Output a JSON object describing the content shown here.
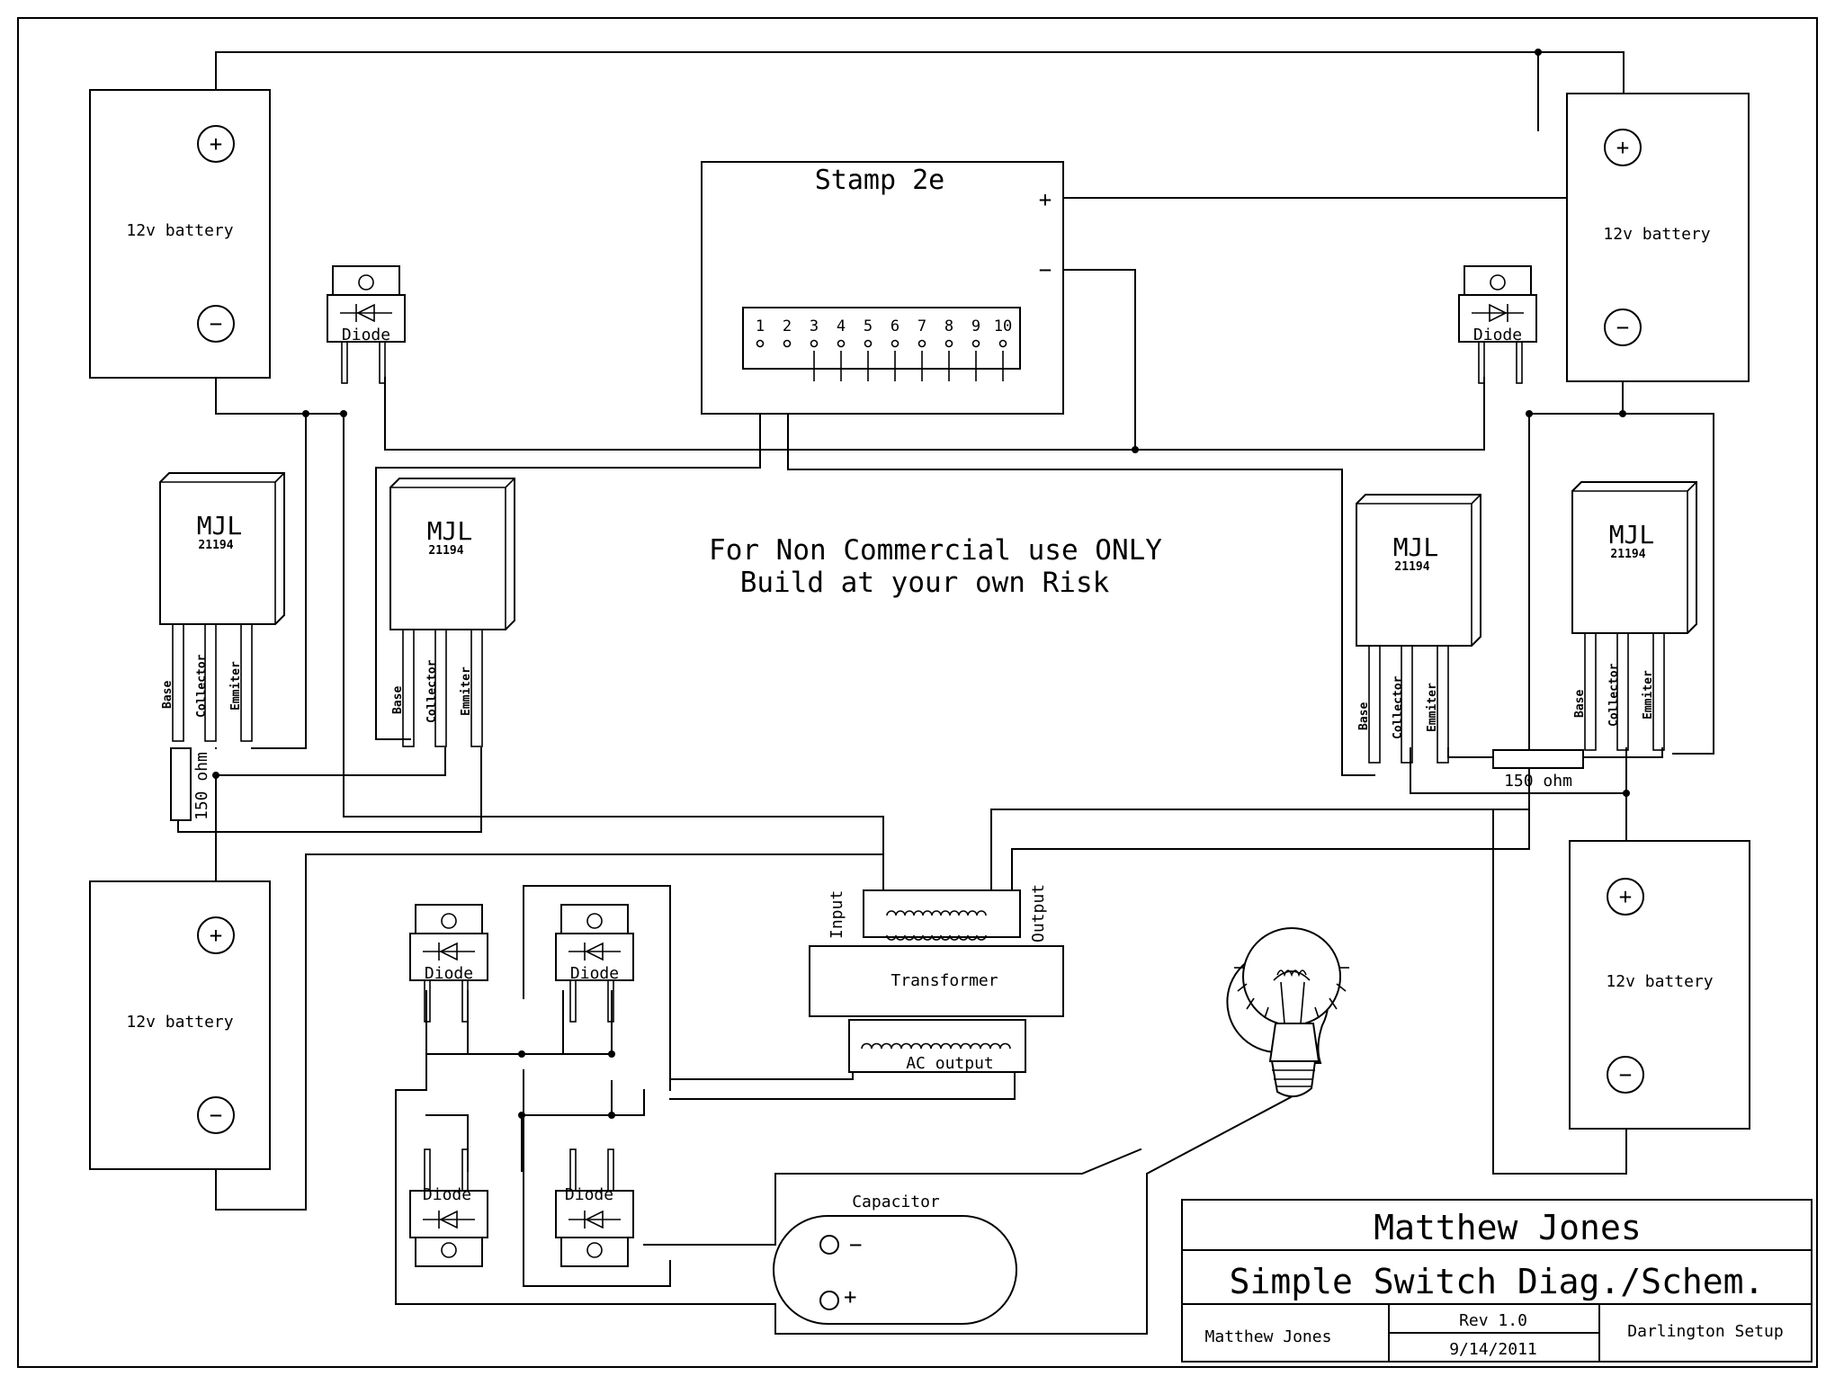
{
  "battery_label": "12v battery",
  "battery_plus": "+",
  "battery_minus": "−",
  "diode_label": "Diode",
  "transistor": {
    "name": "MJL",
    "part": "21194",
    "base": "Base",
    "collector": "Collector",
    "emitter": "Emmiter"
  },
  "resistor_label": "150 ohm",
  "stamp": {
    "title": "Stamp 2e",
    "plus": "+",
    "minus": "−",
    "pins": [
      "1",
      "2",
      "3",
      "4",
      "5",
      "6",
      "7",
      "8",
      "9",
      "10"
    ]
  },
  "notice": {
    "line1": "For Non Commercial use ONLY",
    "line2": "Build at your own Risk"
  },
  "transformer": {
    "label": "Transformer",
    "input": "Input",
    "output": "Output",
    "ac_output": "AC output"
  },
  "capacitor": {
    "label": "Capacitor",
    "minus": "−",
    "plus": "+"
  },
  "title_block": {
    "author": "Matthew Jones",
    "title": "Simple Switch Diag./Schem.",
    "drawn_by": "Matthew Jones",
    "revision": "Rev 1.0",
    "date": "9/14/2011",
    "setup": "Darlington Setup"
  }
}
